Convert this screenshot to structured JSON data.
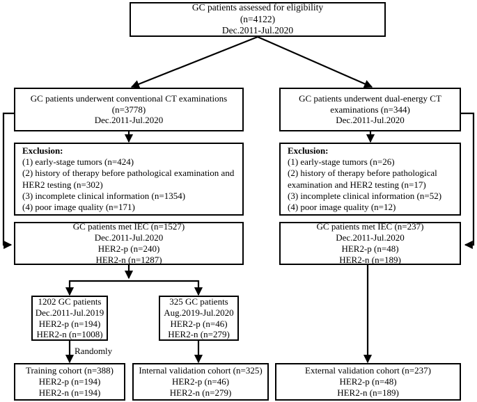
{
  "diagram": {
    "title": "Patient selection flowchart",
    "line_color": "#000000",
    "box_border_color": "#000000",
    "background": "#ffffff"
  },
  "nodes": {
    "eligibility": {
      "lines": [
        "GC patients assessed for eligibility",
        "(n=4122)",
        "Dec.2011-Jul.2020"
      ]
    },
    "conventional_ct": {
      "lines": [
        "GC patients underwent conventional CT examinations",
        "(n=3778)",
        "Dec.2011-Jul.2020"
      ]
    },
    "dual_energy_ct": {
      "lines": [
        "GC patients underwent dual-energy CT",
        "examinations (n=344)",
        "Dec.2011-Jul.2020"
      ]
    },
    "exclusion_left": {
      "heading": "Exclusion:",
      "lines": [
        "(1) early-stage tumors (n=424)",
        "(2) history of therapy before pathological examination and HER2 testing (n=302)",
        "(3) incomplete clinical information (n=1354)",
        "(4) poor image quality (n=171)"
      ]
    },
    "exclusion_right": {
      "heading": "Exclusion:",
      "lines": [
        "(1) early-stage tumors (n=26)",
        "(2) history of therapy before pathological examination and HER2 testing (n=17)",
        "(3) incomplete clinical information (n=52)",
        "(4) poor image quality (n=12)"
      ]
    },
    "iec_left": {
      "lines": [
        "GC patients met IEC (n=1527)",
        "Dec.2011-Jul.2020",
        "HER2-p (n=240)",
        "HER2-n (n=1287)"
      ]
    },
    "iec_right": {
      "lines": [
        "GC patients met IEC (n=237)",
        "Dec.2011-Jul.2020",
        "HER2-p (n=48)",
        "HER2-n (n=189)"
      ]
    },
    "cohort_1202": {
      "lines": [
        "1202 GC patients",
        "Dec.2011-Jul.2019",
        "HER2-p (n=194)",
        "HER2-n (n=1008)"
      ]
    },
    "cohort_325": {
      "lines": [
        "325 GC patients",
        "Aug.2019-Jul.2020",
        "HER2-p (n=46)",
        "HER2-n (n=279)"
      ]
    },
    "training_cohort": {
      "lines": [
        "Training cohort (n=388)",
        "HER2-p (n=194)",
        "HER2-n (n=194)"
      ]
    },
    "internal_validation": {
      "lines": [
        "Internal validation cohort (n=325)",
        "HER2-p (n=46)",
        "HER2-n (n=279)"
      ]
    },
    "external_validation": {
      "lines": [
        "External validation cohort (n=237)",
        "HER2-p (n=48)",
        "HER2-n (n=189)"
      ]
    }
  },
  "edge_labels": {
    "randomly": "Randomly"
  }
}
